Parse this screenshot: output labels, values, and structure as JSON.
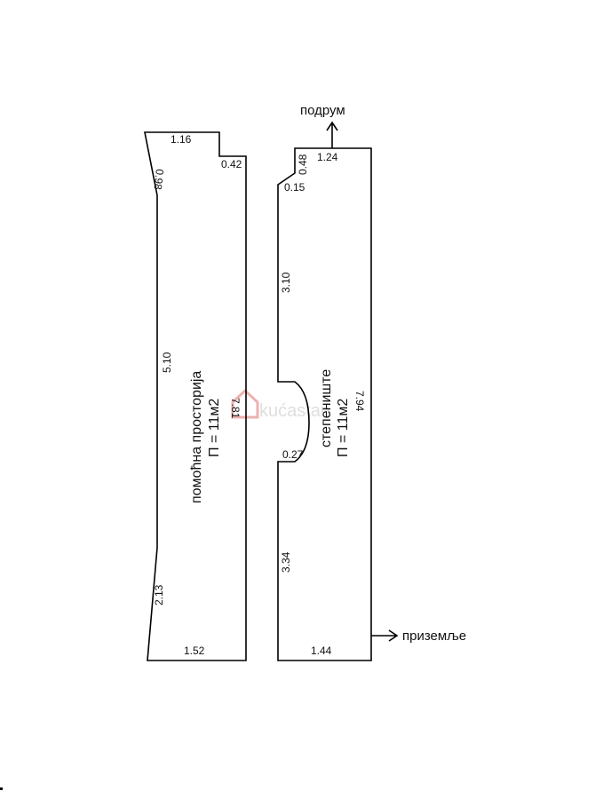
{
  "rooms": {
    "storage": {
      "name": "помоћна просторија",
      "area": "П = 11м2"
    },
    "stairwell": {
      "name": "степениште",
      "area": "П = 11м2"
    }
  },
  "dimensions": {
    "storage": {
      "top": "1.16",
      "top_slant": "0.98",
      "notch": "0.42",
      "left_long": "5.10",
      "right_long": "7.81",
      "left_bottom": "2.13",
      "bottom": "1.52"
    },
    "stairwell": {
      "top": "1.24",
      "top_step": "0.48",
      "step": "0.15",
      "left_upper": "3.10",
      "right_long": "7.94",
      "middle_step": "0.27",
      "left_lower": "3.34",
      "bottom": "1.44"
    }
  },
  "arrows": {
    "up": "подрум",
    "right": "приземље"
  },
  "watermark": {
    "text": "kućastan",
    "color": "#d9534f"
  }
}
